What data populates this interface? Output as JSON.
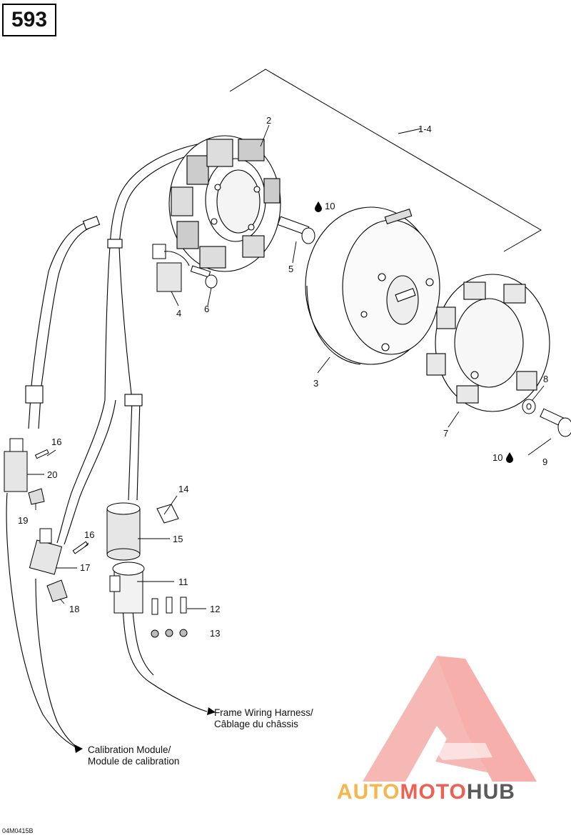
{
  "page_number": "593",
  "drawing_code": "04M0415B",
  "callouts": [
    {
      "id": "1-4",
      "label": "1-4"
    },
    {
      "id": "2",
      "label": "2"
    },
    {
      "id": "3",
      "label": "3"
    },
    {
      "id": "4",
      "label": "4"
    },
    {
      "id": "5",
      "label": "5"
    },
    {
      "id": "6",
      "label": "6"
    },
    {
      "id": "7",
      "label": "7"
    },
    {
      "id": "8",
      "label": "8"
    },
    {
      "id": "9",
      "label": "9"
    },
    {
      "id": "10a",
      "label": "10"
    },
    {
      "id": "10b",
      "label": "10"
    },
    {
      "id": "11",
      "label": "11"
    },
    {
      "id": "12",
      "label": "12"
    },
    {
      "id": "13",
      "label": "13"
    },
    {
      "id": "14",
      "label": "14"
    },
    {
      "id": "15",
      "label": "15"
    },
    {
      "id": "16a",
      "label": "16"
    },
    {
      "id": "16b",
      "label": "16"
    },
    {
      "id": "17",
      "label": "17"
    },
    {
      "id": "18",
      "label": "18"
    },
    {
      "id": "19",
      "label": "19"
    },
    {
      "id": "20",
      "label": "20"
    }
  ],
  "notes": {
    "frame_harness_en": "Frame Wiring Harness/",
    "frame_harness_fr": "Câblage du châssis",
    "calibration_en": "Calibration Module/",
    "calibration_fr": "Module de calibration"
  },
  "watermark": {
    "part1": "AUTO",
    "part2": "MOTO",
    "part3": "HUB",
    "colors": {
      "auto": "#f6b64b",
      "moto": "#ef5f52",
      "hub": "#5a5a5a",
      "logo": "#ef5f52"
    }
  },
  "icons": {
    "drop": "oil-drop-icon"
  }
}
